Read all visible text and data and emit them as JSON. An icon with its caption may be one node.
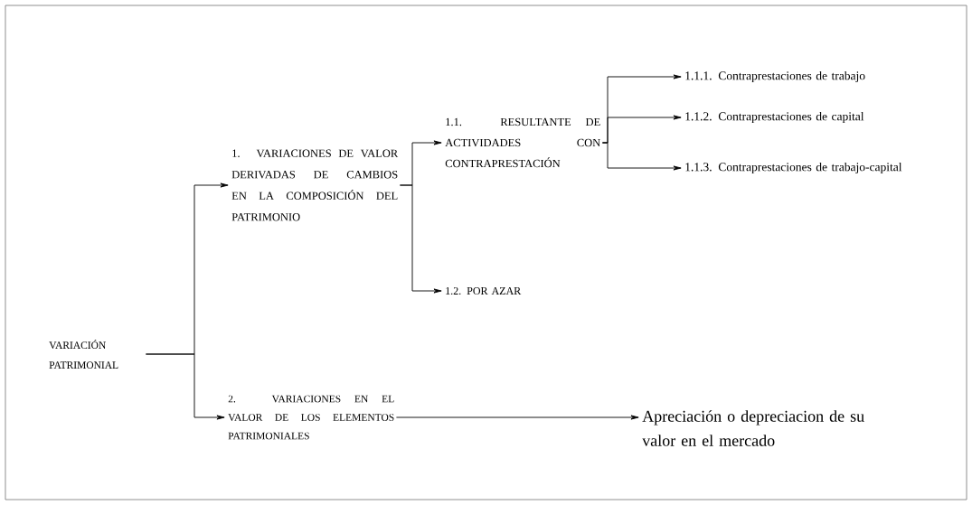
{
  "diagram": {
    "nodes": [
      {
        "text": [
          "VARIACIÓN PATRIMONIAL"
        ]
      },
      {
        "text": [
          "1. VARIACIONES DE VALOR DERIVADAS DE CAMBIOS EN LA COMPOSICIÓN DEL PATRIMONIO"
        ]
      },
      {
        "text": [
          "1.1. RESULTANTE DE ACTIVIDADES CON CONTRAPRESTACIÓN"
        ]
      },
      {
        "text": [
          "1.2. POR AZAR"
        ]
      },
      {
        "text": [
          "1.1.1. Contraprestaciones de trabajo"
        ]
      },
      {
        "text": [
          "1.1.2. Contraprestaciones de capital"
        ]
      },
      {
        "text": [
          "1.1.3. Contraprestaciones de trabajo-capital"
        ]
      },
      {
        "text": [
          "2. VARIACIONES EN EL VALOR DE LOS ELEMENTOS PATRIMONIALES"
        ]
      },
      {
        "text": [
          "Apreciación o depreciacion de su valor en el mercado"
        ]
      }
    ],
    "edges": [
      {
        "from": 0,
        "to": 1,
        "arrow": "to"
      },
      {
        "from": 0,
        "to": 7,
        "arrow": "to"
      },
      {
        "from": 1,
        "to": 2,
        "arrow": "to"
      },
      {
        "from": 1,
        "to": 3,
        "arrow": "to"
      },
      {
        "from": 2,
        "to": 4,
        "arrow": "to"
      },
      {
        "from": 2,
        "to": 5,
        "arrow": "to"
      },
      {
        "from": 2,
        "to": 6,
        "arrow": "to"
      },
      {
        "from": 7,
        "to": 8,
        "arrow": "to"
      }
    ]
  }
}
